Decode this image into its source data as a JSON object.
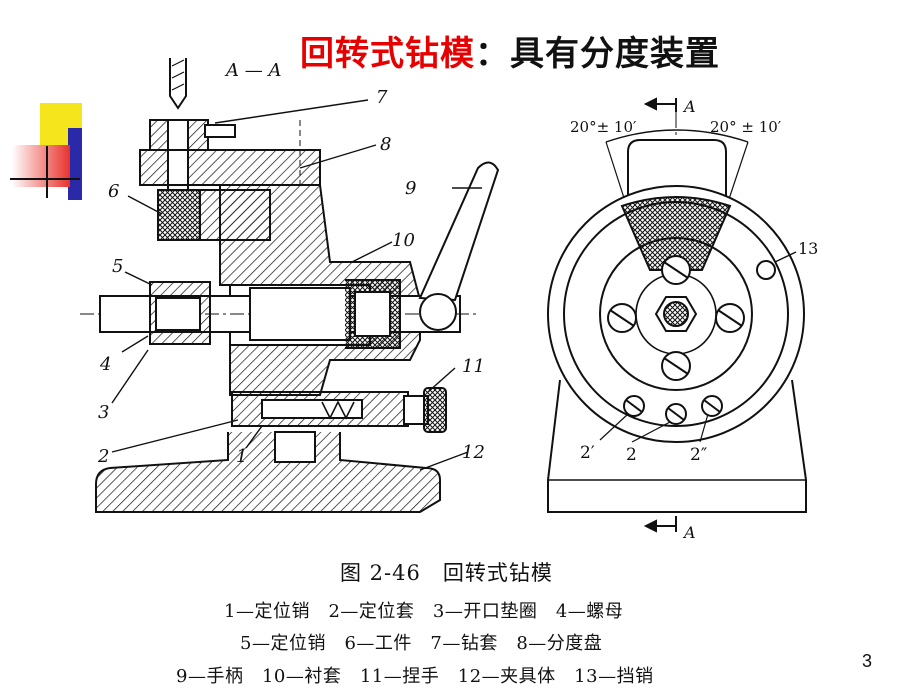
{
  "slide": {
    "title_red": "回转式钻模",
    "title_colon": "：",
    "title_black": "具有分度装置",
    "page_number": "3",
    "accent_colors": {
      "title_red": "#e60000",
      "deco_yellow": "#f5e51c",
      "deco_blue": "#2a2aa8",
      "deco_red": "#e8322e"
    }
  },
  "figure": {
    "section_label": "A — A",
    "callouts": [
      "1",
      "2",
      "3",
      "4",
      "5",
      "6",
      "7",
      "8",
      "9",
      "10",
      "11",
      "12",
      "13"
    ],
    "right_view": {
      "angle_left": "20°± 10′",
      "angle_right": "20° ± 10′",
      "section_mark": "A",
      "hole_labels": [
        "2′",
        "2",
        "2″"
      ],
      "pin_label": "13"
    },
    "caption": "图 2-46　回转式钻模",
    "legend": [
      "1—定位销　2—定位套　3—开口垫圈　4—螺母",
      "5—定位销　6—工件　7—钻套　8—分度盘",
      "9—手柄　10—衬套　11—捏手　12—夹具体　13—挡销"
    ]
  }
}
